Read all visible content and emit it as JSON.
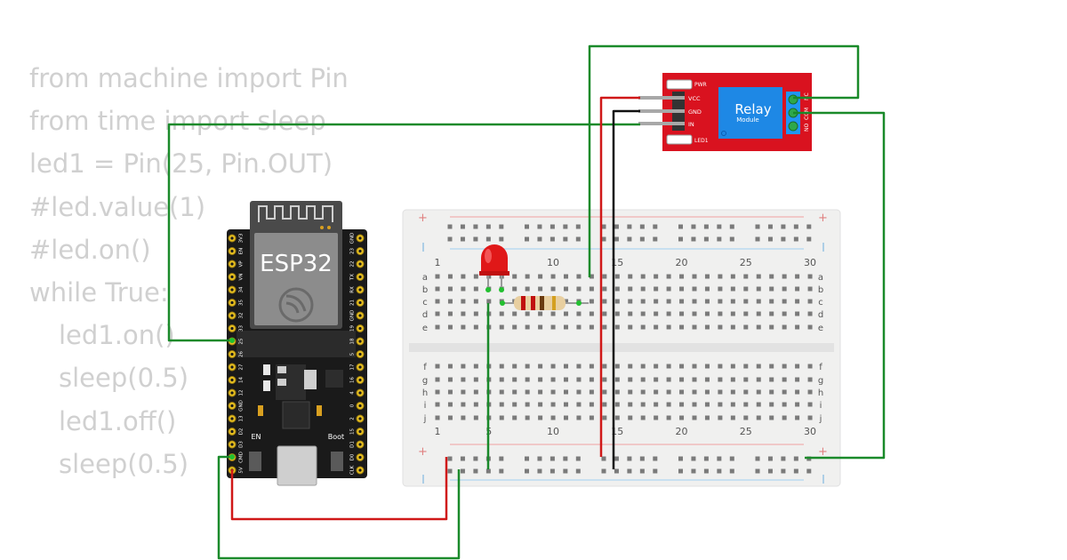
{
  "code": {
    "lines": [
      {
        "text": "from machine import Pin",
        "indent": 0
      },
      {
        "text": "from time import sleep",
        "indent": 0
      },
      {
        "text": "led1 = Pin(25, Pin.OUT)",
        "indent": 0
      },
      {
        "text": "#led.value(1)",
        "indent": 0
      },
      {
        "text": "#led.on()",
        "indent": 0
      },
      {
        "text": "while True:",
        "indent": 0
      },
      {
        "text": "led1.on()",
        "indent": 1
      },
      {
        "text": "sleep(0.5)",
        "indent": 1
      },
      {
        "text": "led1.off()",
        "indent": 1
      },
      {
        "text": "sleep(0.5)",
        "indent": 1
      }
    ]
  },
  "esp32": {
    "label": "ESP32",
    "en_label": "EN",
    "boot_label": "Boot",
    "left_pins": [
      "3V3",
      "EN",
      "VP",
      "VN",
      "34",
      "35",
      "32",
      "33",
      "25",
      "26",
      "27",
      "14",
      "12",
      "GND",
      "13",
      "D2",
      "D3",
      "CMD",
      "5V"
    ],
    "right_pins": [
      "GND",
      "23",
      "22",
      "TX",
      "RX",
      "21",
      "GND",
      "19",
      "18",
      "5",
      "17",
      "16",
      "4",
      "0",
      "2",
      "15",
      "D1",
      "D0",
      "CLK"
    ]
  },
  "relay": {
    "title": "Relay",
    "subtitle": "Module",
    "pins": [
      "VCC",
      "GND",
      "IN"
    ],
    "pwr_label": "PWR",
    "led_label": "LED1",
    "terminals": [
      "NO",
      "COM",
      "NC"
    ]
  },
  "breadboard": {
    "col_numbers": [
      "1",
      "5",
      "10",
      "15",
      "20",
      "25",
      "30"
    ],
    "rows_top": [
      "a",
      "b",
      "c",
      "d",
      "e"
    ],
    "rows_bottom": [
      "f",
      "g",
      "h",
      "i",
      "j"
    ],
    "plus": "+",
    "minus": "-"
  },
  "colors": {
    "wire_green": "#1a8a2a",
    "wire_red": "#d01818",
    "wire_black": "#111111",
    "relay_board": "#d9121f",
    "relay_block": "#1e88e5",
    "esp_board": "#1a1a1a",
    "breadboard": "#f0f0ef",
    "code_text": "#d0d0d0"
  }
}
